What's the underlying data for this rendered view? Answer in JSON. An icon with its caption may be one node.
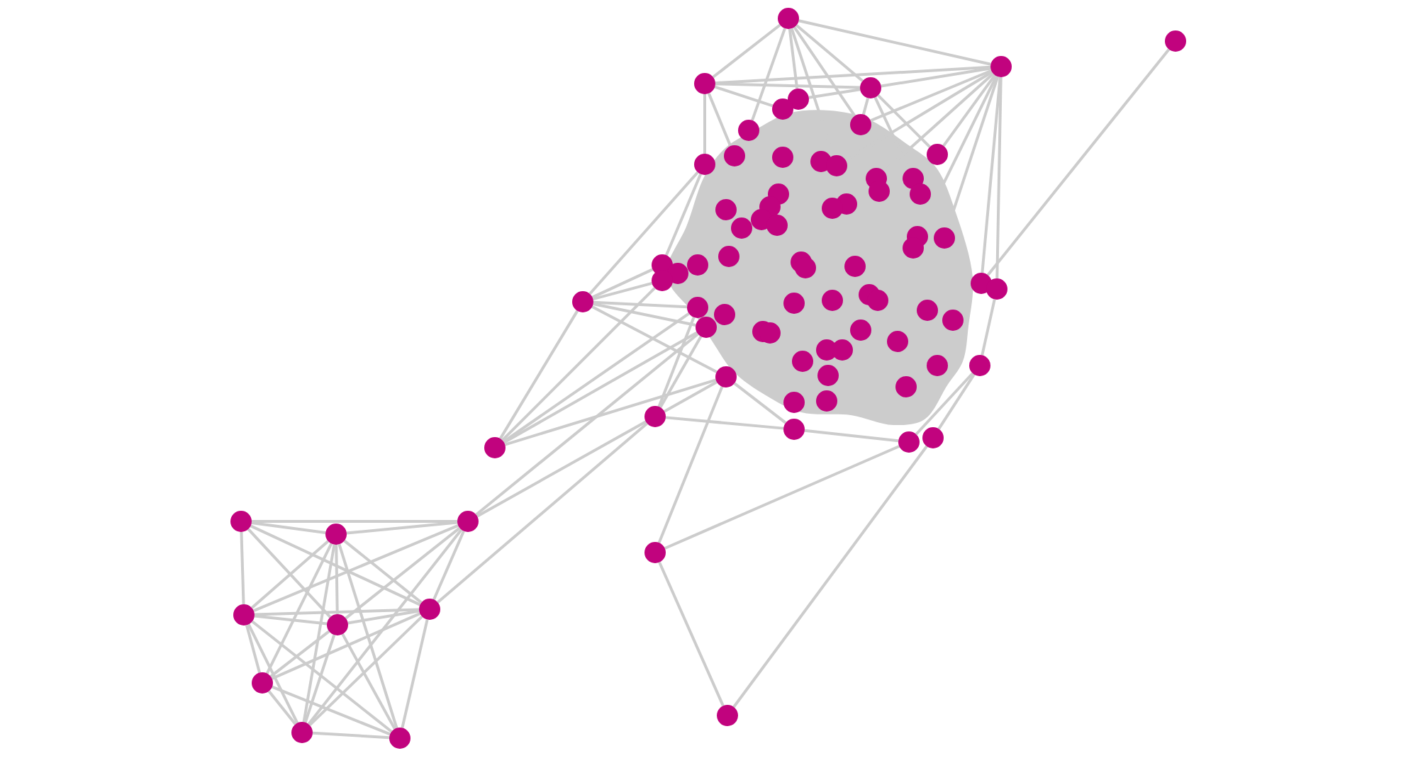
{
  "diagram": {
    "nodes": [
      {
        "text": [],
        "shape": "circle"
      },
      {
        "text": [],
        "shape": "circle"
      },
      {
        "text": [],
        "shape": "circle"
      },
      {
        "text": [],
        "shape": "circle"
      },
      {
        "text": [],
        "shape": "circle"
      },
      {
        "text": [],
        "shape": "circle"
      },
      {
        "text": [],
        "shape": "circle"
      },
      {
        "text": [],
        "shape": "circle"
      },
      {
        "text": [],
        "shape": "circle"
      },
      {
        "text": [],
        "shape": "circle"
      },
      {
        "text": [],
        "shape": "circle"
      },
      {
        "text": [],
        "shape": "circle"
      },
      {
        "text": [],
        "shape": "circle"
      },
      {
        "text": [],
        "shape": "circle"
      },
      {
        "text": [],
        "shape": "circle"
      },
      {
        "text": [],
        "shape": "circle"
      },
      {
        "text": [],
        "shape": "circle"
      },
      {
        "text": [],
        "shape": "circle"
      },
      {
        "text": [],
        "shape": "circle"
      },
      {
        "text": [],
        "shape": "circle"
      },
      {
        "text": [],
        "shape": "circle"
      },
      {
        "text": [],
        "shape": "circle"
      },
      {
        "text": [],
        "shape": "circle"
      },
      {
        "text": [],
        "shape": "circle"
      },
      {
        "text": [],
        "shape": "circle"
      },
      {
        "text": [],
        "shape": "circle"
      },
      {
        "text": [],
        "shape": "circle"
      },
      {
        "text": [],
        "shape": "circle"
      },
      {
        "text": [],
        "shape": "circle"
      },
      {
        "text": [],
        "shape": "circle"
      },
      {
        "text": [],
        "shape": "circle"
      },
      {
        "text": [],
        "shape": "circle"
      },
      {
        "text": [],
        "shape": "circle"
      },
      {
        "text": [],
        "shape": "circle"
      },
      {
        "text": [],
        "shape": "circle"
      },
      {
        "text": [],
        "shape": "circle"
      },
      {
        "text": [],
        "shape": "circle"
      },
      {
        "text": [],
        "shape": "circle"
      },
      {
        "text": [],
        "shape": "circle"
      },
      {
        "text": [],
        "shape": "circle"
      },
      {
        "text": [],
        "shape": "circle"
      },
      {
        "text": [],
        "shape": "circle"
      },
      {
        "text": [],
        "shape": "circle"
      },
      {
        "text": [],
        "shape": "circle"
      },
      {
        "text": [],
        "shape": "circle"
      },
      {
        "text": [],
        "shape": "circle"
      },
      {
        "text": [],
        "shape": "circle"
      },
      {
        "text": [],
        "shape": "circle"
      },
      {
        "text": [],
        "shape": "circle"
      },
      {
        "text": [],
        "shape": "circle"
      },
      {
        "text": [],
        "shape": "circle"
      },
      {
        "text": [],
        "shape": "circle"
      },
      {
        "text": [],
        "shape": "circle"
      },
      {
        "text": [],
        "shape": "circle"
      },
      {
        "text": [],
        "shape": "circle"
      },
      {
        "text": [],
        "shape": "circle"
      },
      {
        "text": [],
        "shape": "circle"
      },
      {
        "text": [],
        "shape": "circle"
      },
      {
        "text": [],
        "shape": "circle"
      },
      {
        "text": [],
        "shape": "circle"
      },
      {
        "text": [],
        "shape": "circle"
      },
      {
        "text": [],
        "shape": "circle"
      },
      {
        "text": [],
        "shape": "circle"
      },
      {
        "text": [],
        "shape": "circle"
      },
      {
        "text": [],
        "shape": "circle"
      },
      {
        "text": [],
        "shape": "circle"
      },
      {
        "text": [],
        "shape": "circle"
      },
      {
        "text": [],
        "shape": "circle"
      },
      {
        "text": [],
        "shape": "circle"
      },
      {
        "text": [],
        "shape": "circle"
      },
      {
        "text": [],
        "shape": "circle"
      },
      {
        "text": [],
        "shape": "circle"
      },
      {
        "text": [],
        "shape": "circle"
      },
      {
        "text": [],
        "shape": "circle"
      },
      {
        "text": [],
        "shape": "circle"
      },
      {
        "text": [],
        "shape": "circle"
      },
      {
        "text": [],
        "shape": "circle"
      },
      {
        "text": [],
        "shape": "circle"
      },
      {
        "text": [],
        "shape": "circle"
      },
      {
        "text": [],
        "shape": "circle"
      }
    ],
    "edges": [
      {
        "from": 0,
        "to": 3,
        "arrow": "none"
      },
      {
        "from": 0,
        "to": 2,
        "arrow": "none"
      },
      {
        "from": 0,
        "to": 4,
        "arrow": "none"
      },
      {
        "from": 0,
        "to": 8,
        "arrow": "none"
      },
      {
        "from": 0,
        "to": 5,
        "arrow": "none"
      },
      {
        "from": 0,
        "to": 14,
        "arrow": "none"
      },
      {
        "from": 0,
        "to": 7,
        "arrow": "none"
      },
      {
        "from": 3,
        "to": 2,
        "arrow": "none"
      },
      {
        "from": 3,
        "to": 4,
        "arrow": "none"
      },
      {
        "from": 3,
        "to": 13,
        "arrow": "none"
      },
      {
        "from": 3,
        "to": 10,
        "arrow": "none"
      },
      {
        "from": 3,
        "to": 6,
        "arrow": "none"
      },
      {
        "from": 4,
        "to": 2,
        "arrow": "none"
      },
      {
        "from": 4,
        "to": 7,
        "arrow": "none"
      },
      {
        "from": 4,
        "to": 5,
        "arrow": "none"
      },
      {
        "from": 4,
        "to": 9,
        "arrow": "none"
      },
      {
        "from": 4,
        "to": 16,
        "arrow": "none"
      },
      {
        "from": 2,
        "to": 7,
        "arrow": "none"
      },
      {
        "from": 2,
        "to": 14,
        "arrow": "none"
      },
      {
        "from": 2,
        "to": 9,
        "arrow": "none"
      },
      {
        "from": 2,
        "to": 15,
        "arrow": "none"
      },
      {
        "from": 2,
        "to": 27,
        "arrow": "none"
      },
      {
        "from": 2,
        "to": 28,
        "arrow": "none"
      },
      {
        "from": 2,
        "to": 38,
        "arrow": "none"
      },
      {
        "from": 2,
        "to": 39,
        "arrow": "none"
      },
      {
        "from": 1,
        "to": 38,
        "arrow": "none"
      },
      {
        "from": 41,
        "to": 32,
        "arrow": "none"
      },
      {
        "from": 41,
        "to": 37,
        "arrow": "none"
      },
      {
        "from": 41,
        "to": 45,
        "arrow": "none"
      },
      {
        "from": 41,
        "to": 49,
        "arrow": "none"
      },
      {
        "from": 41,
        "to": 13,
        "arrow": "none"
      },
      {
        "from": 41,
        "to": 60,
        "arrow": "none"
      },
      {
        "from": 41,
        "to": 68,
        "arrow": "none"
      },
      {
        "from": 68,
        "to": 37,
        "arrow": "none"
      },
      {
        "from": 68,
        "to": 45,
        "arrow": "none"
      },
      {
        "from": 68,
        "to": 49,
        "arrow": "none"
      },
      {
        "from": 68,
        "to": 60,
        "arrow": "none"
      },
      {
        "from": 64,
        "to": 49,
        "arrow": "none"
      },
      {
        "from": 64,
        "to": 45,
        "arrow": "none"
      },
      {
        "from": 64,
        "to": 60,
        "arrow": "none"
      },
      {
        "from": 64,
        "to": 65,
        "arrow": "none"
      },
      {
        "from": 70,
        "to": 64,
        "arrow": "none"
      },
      {
        "from": 70,
        "to": 49,
        "arrow": "none"
      },
      {
        "from": 73,
        "to": 64,
        "arrow": "none"
      },
      {
        "from": 72,
        "to": 60,
        "arrow": "none"
      },
      {
        "from": 72,
        "to": 67,
        "arrow": "none"
      },
      {
        "from": 72,
        "to": 77,
        "arrow": "none"
      },
      {
        "from": 77,
        "to": 66,
        "arrow": "none"
      },
      {
        "from": 39,
        "to": 58,
        "arrow": "none"
      },
      {
        "from": 58,
        "to": 66,
        "arrow": "none"
      },
      {
        "from": 58,
        "to": 67,
        "arrow": "none"
      },
      {
        "from": 65,
        "to": 67,
        "arrow": "none"
      },
      {
        "from": 60,
        "to": 65,
        "arrow": "none"
      },
      {
        "from": 13,
        "to": 32,
        "arrow": "none"
      },
      {
        "from": 69,
        "to": 71,
        "arrow": "none"
      },
      {
        "from": 69,
        "to": 70,
        "arrow": "none"
      },
      {
        "from": 69,
        "to": 74,
        "arrow": "none"
      },
      {
        "from": 69,
        "to": 75,
        "arrow": "none"
      },
      {
        "from": 69,
        "to": 73,
        "arrow": "none"
      },
      {
        "from": 71,
        "to": 70,
        "arrow": "none"
      },
      {
        "from": 71,
        "to": 74,
        "arrow": "none"
      },
      {
        "from": 71,
        "to": 75,
        "arrow": "none"
      },
      {
        "from": 71,
        "to": 73,
        "arrow": "none"
      },
      {
        "from": 71,
        "to": 76,
        "arrow": "none"
      },
      {
        "from": 71,
        "to": 78,
        "arrow": "none"
      },
      {
        "from": 71,
        "to": 79,
        "arrow": "none"
      },
      {
        "from": 70,
        "to": 74,
        "arrow": "none"
      },
      {
        "from": 70,
        "to": 75,
        "arrow": "none"
      },
      {
        "from": 70,
        "to": 73,
        "arrow": "none"
      },
      {
        "from": 70,
        "to": 78,
        "arrow": "none"
      },
      {
        "from": 74,
        "to": 75,
        "arrow": "none"
      },
      {
        "from": 74,
        "to": 73,
        "arrow": "none"
      },
      {
        "from": 74,
        "to": 76,
        "arrow": "none"
      },
      {
        "from": 74,
        "to": 78,
        "arrow": "none"
      },
      {
        "from": 74,
        "to": 79,
        "arrow": "none"
      },
      {
        "from": 75,
        "to": 73,
        "arrow": "none"
      },
      {
        "from": 75,
        "to": 76,
        "arrow": "none"
      },
      {
        "from": 75,
        "to": 78,
        "arrow": "none"
      },
      {
        "from": 75,
        "to": 79,
        "arrow": "none"
      },
      {
        "from": 73,
        "to": 76,
        "arrow": "none"
      },
      {
        "from": 73,
        "to": 78,
        "arrow": "none"
      },
      {
        "from": 73,
        "to": 79,
        "arrow": "none"
      },
      {
        "from": 76,
        "to": 78,
        "arrow": "none"
      },
      {
        "from": 76,
        "to": 79,
        "arrow": "none"
      },
      {
        "from": 78,
        "to": 79,
        "arrow": "none"
      }
    ]
  }
}
